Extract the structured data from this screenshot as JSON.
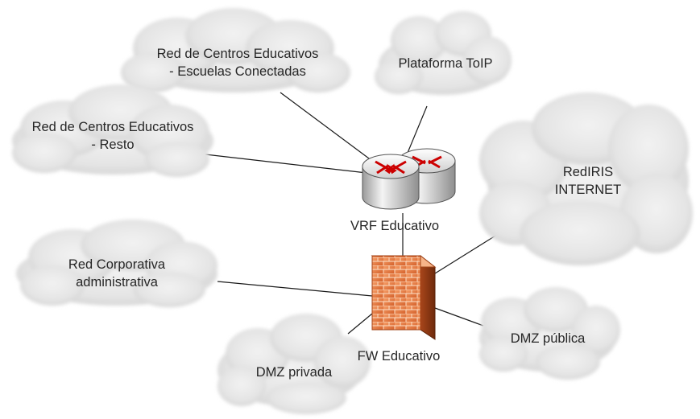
{
  "nodes": {
    "red_centros_escuelas": {
      "line1": "Red de Centros Educativos",
      "line2": "- Escuelas Conectadas"
    },
    "plataforma_toip": {
      "label": "Plataforma ToIP"
    },
    "red_centros_resto": {
      "line1": "Red de Centros Educativos",
      "line2": "- Resto"
    },
    "rediris": {
      "line1": "RedIRIS",
      "line2": "INTERNET"
    },
    "vrf_educativo": {
      "label": "VRF Educativo"
    },
    "red_corporativa": {
      "line1": "Red Corporativa",
      "line2": "administrativa"
    },
    "fw_educativo": {
      "label": "FW Educativo"
    },
    "dmz_publica": {
      "label": "DMZ pública"
    },
    "dmz_privada": {
      "label": "DMZ privada"
    }
  },
  "icons": {
    "router": "router-icon",
    "firewall": "firewall-icon",
    "cloud": "cloud-icon"
  },
  "colors": {
    "cloud_fill": "#e3e3e3",
    "line": "#1a1a1a",
    "router_body": "#dcdcdc",
    "router_arrows": "#cc0000",
    "firewall_brick": "#e8793b"
  }
}
